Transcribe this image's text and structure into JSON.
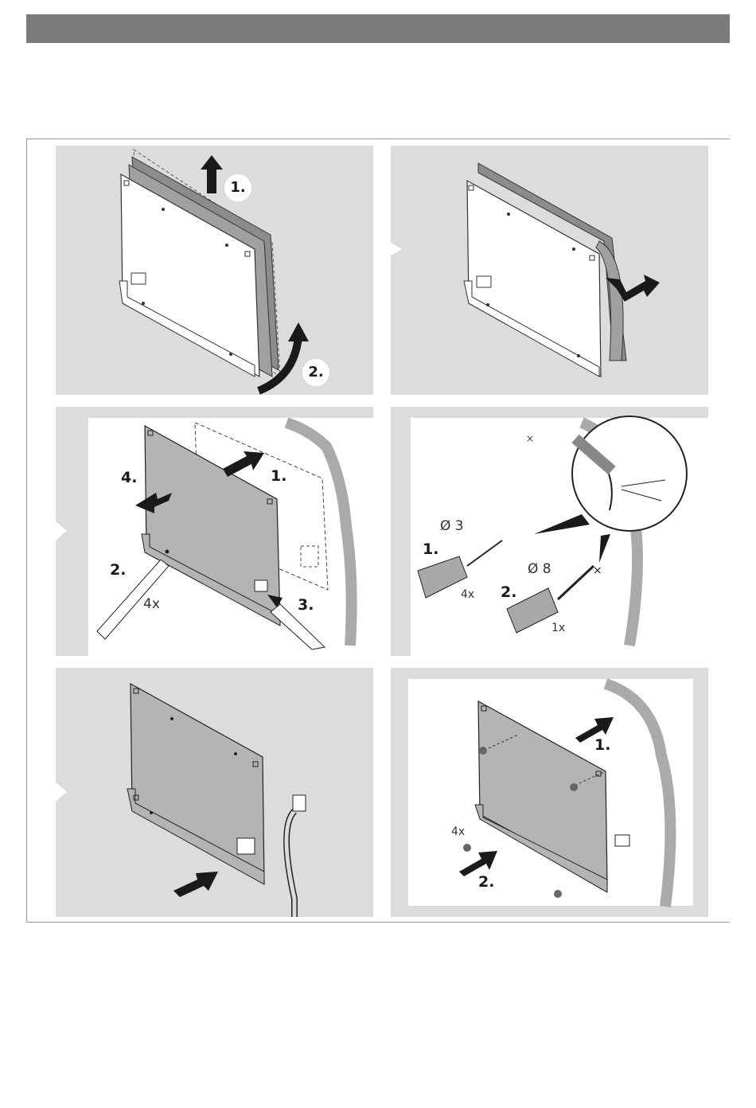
{
  "steps": {
    "p1": {
      "s1": "1.",
      "s2": "2."
    },
    "p3": {
      "s1": "1.",
      "s2": "2.",
      "s3": "3.",
      "s4": "4.",
      "count": "4x"
    },
    "p4": {
      "s1": "1.",
      "s2": "2.",
      "d1": "Ø 3",
      "d2": "Ø 8",
      "c1": "4x",
      "c2": "1x"
    },
    "p6": {
      "s1": "1.",
      "s2": "2.",
      "count": "4x"
    }
  },
  "colors": {
    "header": "#7b7b7b",
    "panel_bg": "#dcdcdc",
    "plate": "#b4b4b4",
    "frame_gray": "#8c8c8c",
    "arrow": "#1a1a1a"
  }
}
